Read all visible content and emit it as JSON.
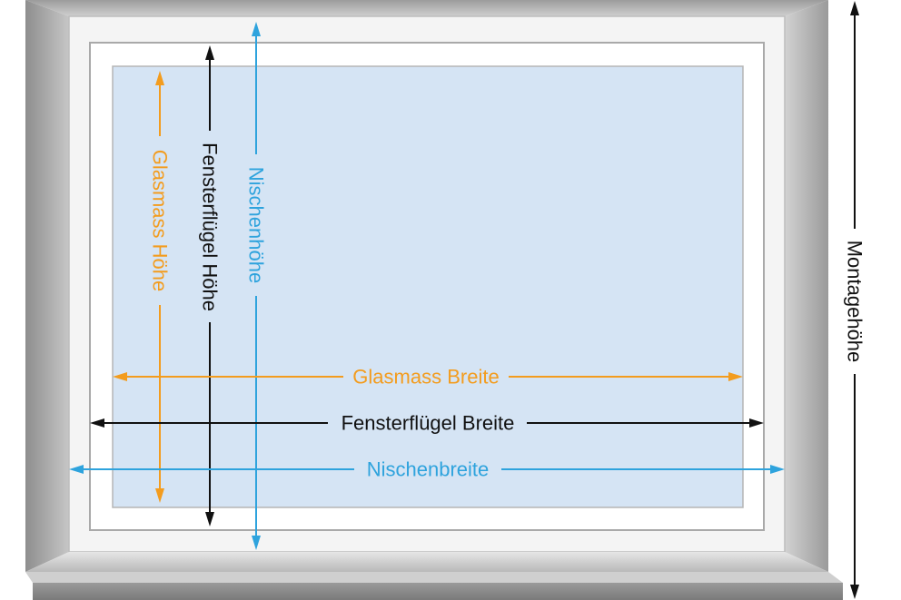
{
  "colors": {
    "orange": "#f39c1e",
    "black": "#111111",
    "blue": "#2ea3dd",
    "glass": "#d5e4f4",
    "frame_dark": "#8a8a8a",
    "frame_light": "#e4e4e4"
  },
  "labels": {
    "glasmass_hoehe": "Glasmass Höhe",
    "fensterfluegel_hoehe": "Fensterflügel Höhe",
    "nischenhoehe": "Nischenhöhe",
    "montagehoehe": "Montagehöhe",
    "glasmass_breite": "Glasmass Breite",
    "fensterfluegel_breite": "Fensterflügel Breite",
    "nischenbreite": "Nischenbreite"
  }
}
